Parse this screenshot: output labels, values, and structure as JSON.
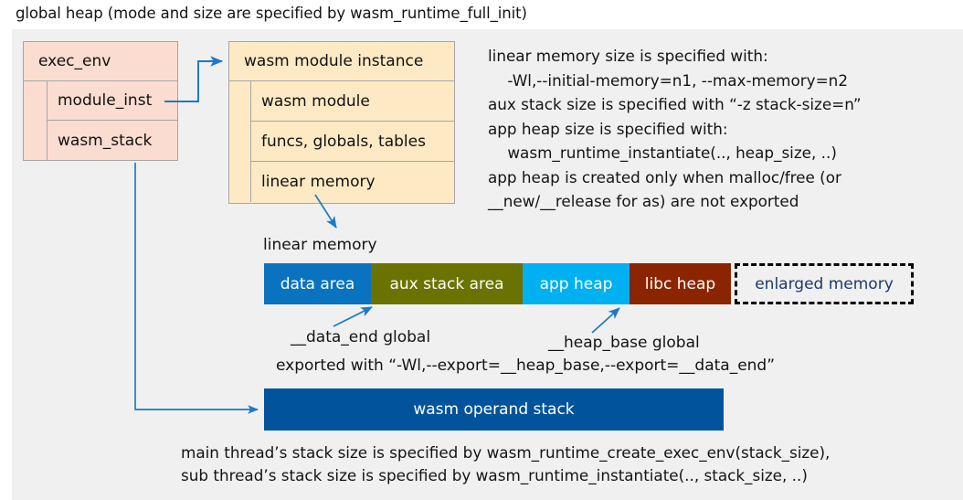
{
  "page": {
    "title": "global heap (mode and size are specified by wasm_runtime_full_init)",
    "canvas_bg": "#f0f0f0"
  },
  "exec_env_box": {
    "header": "exec_env",
    "fill": "#fadcd0",
    "border": "#a6a6a6",
    "rows": [
      {
        "label": "module_inst"
      },
      {
        "label": "wasm_stack"
      }
    ]
  },
  "wasm_module_instance_box": {
    "header": "wasm module instance",
    "fill": "#fdeac4",
    "border": "#a6a6a6",
    "rows": [
      {
        "label": "wasm module"
      },
      {
        "label": "funcs, globals, tables"
      },
      {
        "label": "linear memory"
      }
    ]
  },
  "right_note": {
    "lines": [
      "linear memory size is specified with:",
      "    -Wl,--initial-memory=n1, --max-memory=n2",
      "aux stack size is specified with “-z stack-size=n”",
      "app heap size is specified with:",
      "    wasm_runtime_instantiate(.., heap_size, ..)",
      "app heap is created only when malloc/free (or",
      "__new/__release for as) are not exported"
    ],
    "text": "linear memory size is specified with:\n    -Wl,--initial-memory=n1, --max-memory=n2\naux stack size is specified with “-z stack-size=n”\napp heap size is specified with:\n    wasm_runtime_instantiate(.., heap_size, ..)\napp heap is created only when malloc/free (or\n__new/__release for as) are not exported"
  },
  "linear_memory": {
    "caption": "linear memory",
    "segments": [
      {
        "label": "data area",
        "color": "#0a73bf",
        "text_color": "#ffffff",
        "width": 117,
        "style": "solid"
      },
      {
        "label": "aux stack area",
        "color": "#6a7300",
        "text_color": "#ffffff",
        "width": 166,
        "style": "solid"
      },
      {
        "label": "app heap",
        "color": "#01b0f1",
        "text_color": "#ffffff",
        "width": 117,
        "style": "solid"
      },
      {
        "label": "libc heap",
        "color": "#8a2500",
        "text_color": "#ffffff",
        "width": 111,
        "style": "solid"
      },
      {
        "label": "enlarged memory",
        "color": "#f0f0f0",
        "text_color": "#1b3a6b",
        "width": 196,
        "style": "dashed"
      }
    ]
  },
  "annotations": {
    "data_end": "__data_end global",
    "heap_base": "__heap_base global",
    "exported": "exported with “-Wl,--export=__heap_base,--export=__data_end”"
  },
  "operand_stack": {
    "label": "wasm operand stack",
    "color": "#01549b",
    "text_color": "#ffffff"
  },
  "bottom_note": {
    "lines": [
      "main thread’s stack size is specified by wasm_runtime_create_exec_env(stack_size),",
      "sub thread’s stack size is specified by wasm_runtime_instantiate(.., stack_size, ..)"
    ],
    "text": "main thread’s stack size is specified by wasm_runtime_create_exec_env(stack_size),\nsub thread’s stack size is specified by wasm_runtime_instantiate(.., stack_size, ..)"
  },
  "connectors": {
    "color": "#1f7ac4",
    "items": [
      {
        "name": "module-inst-to-module-instance"
      },
      {
        "name": "wasm-stack-to-operand-stack"
      },
      {
        "name": "linear-memory-to-bar"
      },
      {
        "name": "data-end-pointer"
      },
      {
        "name": "heap-base-pointer"
      }
    ]
  }
}
